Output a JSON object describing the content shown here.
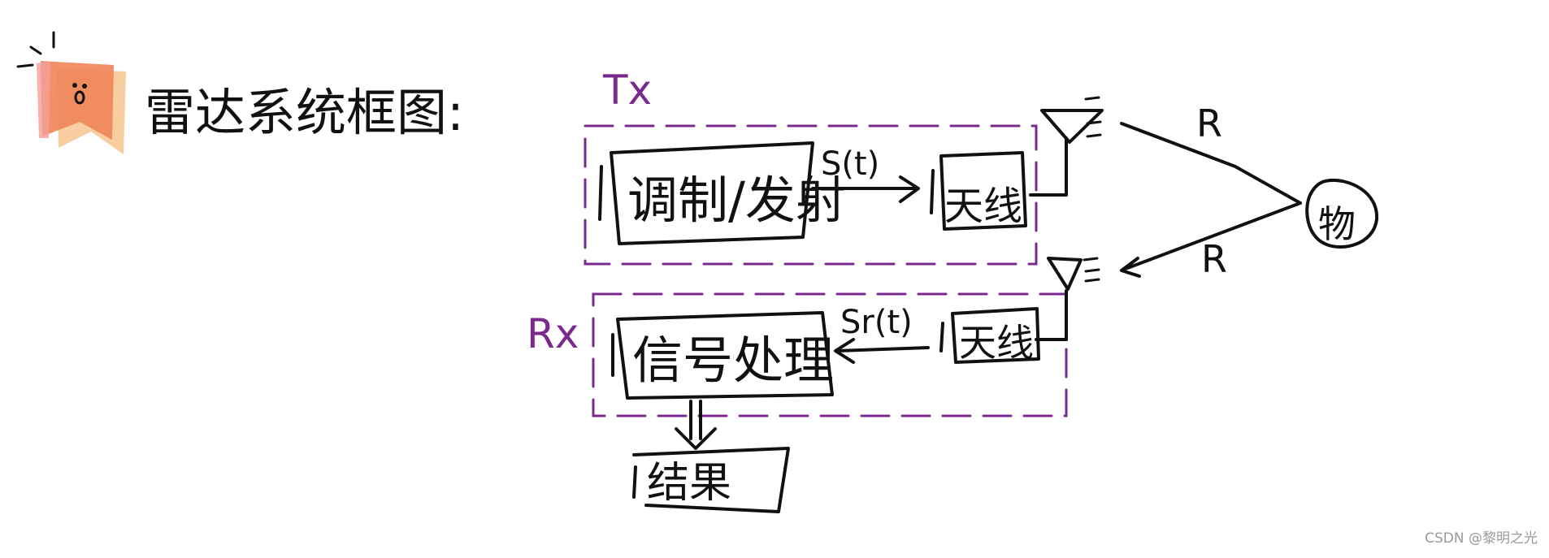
{
  "title": "雷达系统框图:",
  "groups": {
    "tx": "Tx",
    "rx": "Rx"
  },
  "blocks": {
    "modulate_transmit": "调制/发射",
    "antenna_tx": "天线",
    "signal_processing": "信号处理",
    "antenna_rx": "天线",
    "result": "结果",
    "target": "物"
  },
  "signals": {
    "transmit": "S(t)",
    "receive": "Sr(t)"
  },
  "range_labels": {
    "outgoing": "R",
    "return": "R"
  },
  "watermark": "CSDN @黎明之光",
  "colors": {
    "group_dash": "#7a2a8c",
    "ink": "#111111",
    "bookmark_front": "#ef8459",
    "bookmark_back": "#f4c08a"
  }
}
